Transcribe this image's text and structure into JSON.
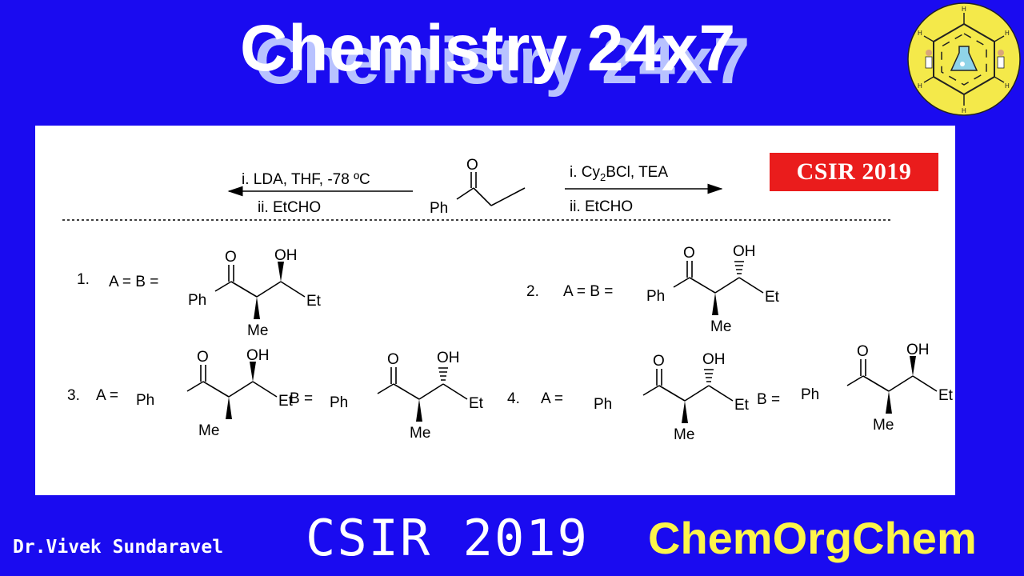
{
  "header": {
    "title": "Chemistry 24x7"
  },
  "question": {
    "badge": "CSIR 2019",
    "reactant": {
      "label": "Ph",
      "oxygen": "O"
    },
    "left_conditions": {
      "line1": "i. LDA, THF, -78 ºC",
      "line2": "ii. EtCHO"
    },
    "right_conditions": {
      "line1_prefix": "i. Cy",
      "line1_sub": "2",
      "line1_suffix": "BCl, TEA",
      "line2": "ii. EtCHO"
    },
    "options": [
      {
        "number": "1.",
        "label": "A = B ="
      },
      {
        "number": "2.",
        "label": "A = B ="
      },
      {
        "number": "3.",
        "label_a": "A =",
        "label_b": "B ="
      },
      {
        "number": "4.",
        "label_a": "A =",
        "label_b": "B ="
      }
    ],
    "structure_labels": {
      "ph": "Ph",
      "o": "O",
      "oh": "OH",
      "et": "Et",
      "me": "Me"
    }
  },
  "footer": {
    "author": "Dr.Vivek Sundaravel",
    "exam": "CSIR 2019",
    "brand": "ChemOrgChem"
  },
  "colors": {
    "background": "#1a0bf0",
    "badge": "#ea1c1c",
    "brand": "#fdf54a",
    "logo": "#f4e94a"
  }
}
